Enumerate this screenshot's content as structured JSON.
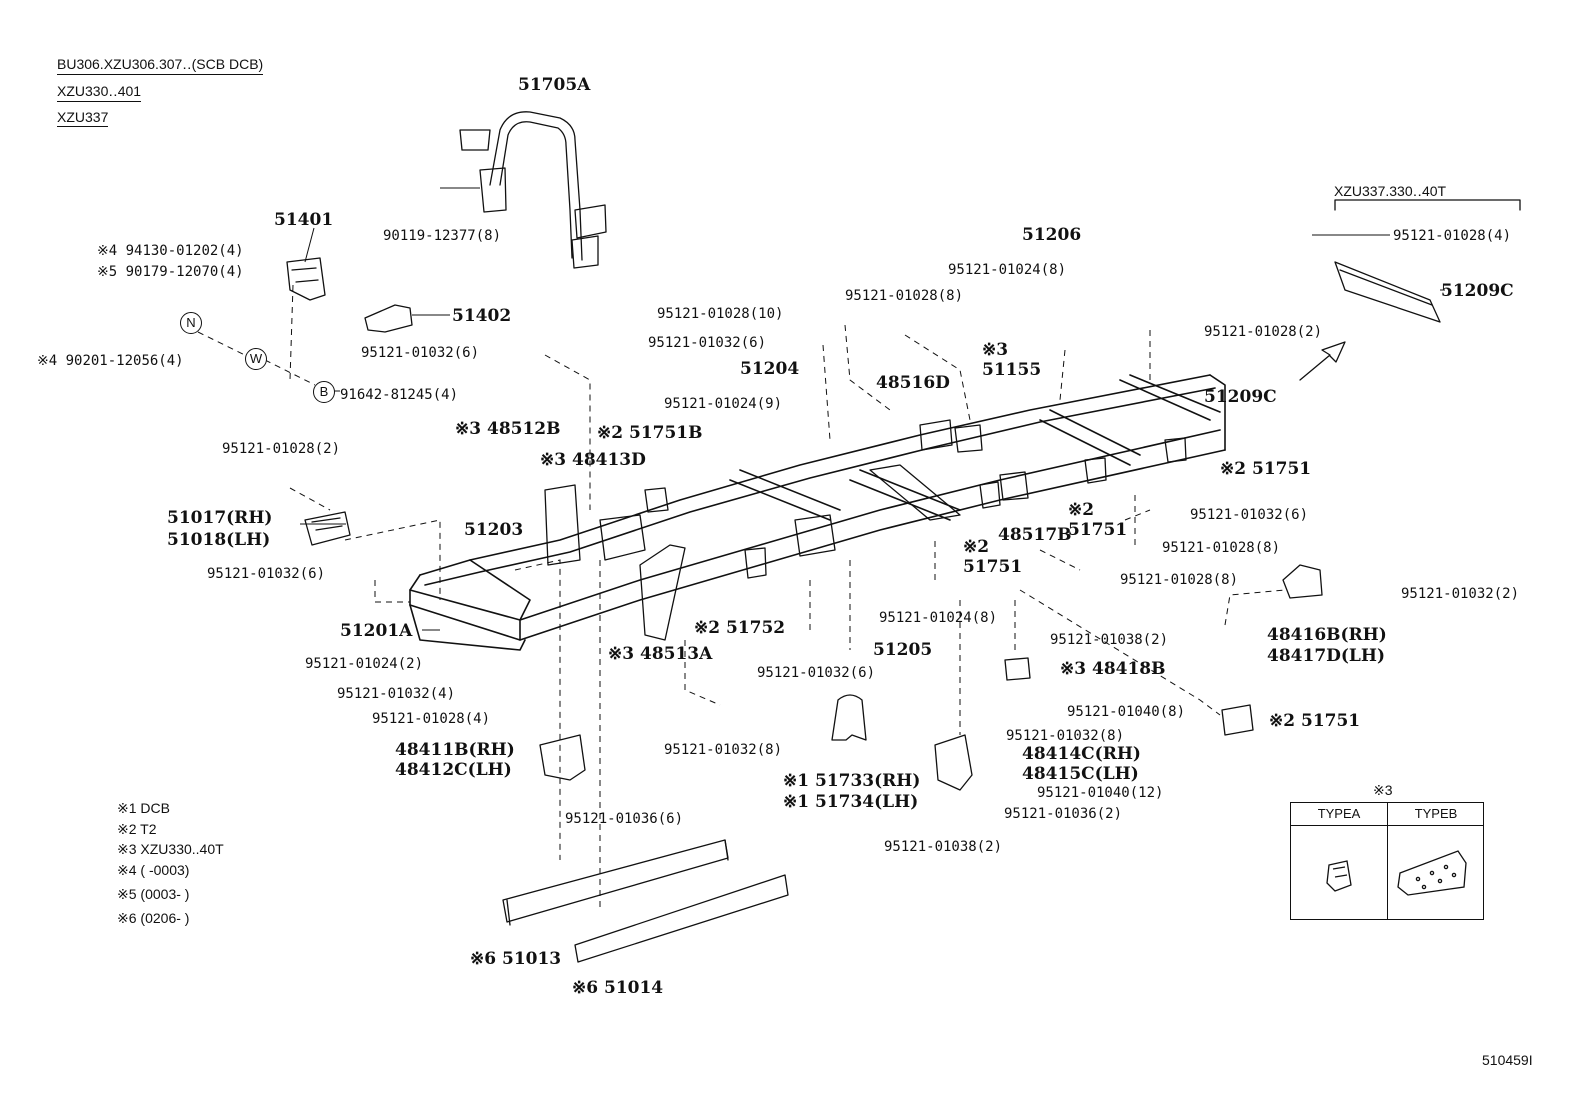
{
  "applicability": {
    "line1": "BU306.XZU306.307‥(SCB DCB)",
    "line2": "XZU330‥401",
    "line3": "XZU337"
  },
  "inset_applicability": "XZU337.330‥40T",
  "drawing_number": "510459I",
  "legend": [
    {
      "mark": "※1",
      "text": "DCB"
    },
    {
      "mark": "※2",
      "text": "T2"
    },
    {
      "mark": "※3",
      "text": "XZU330..40T"
    },
    {
      "mark": "※4",
      "text": "(      -0003)"
    },
    {
      "mark": "※5",
      "text": "(0003-       )"
    },
    {
      "mark": "※6",
      "text": "(0206-       )"
    }
  ],
  "type_table": {
    "note": "※3",
    "type_a": "TYPEA",
    "type_b": "TYPEB"
  },
  "circle_marks": {
    "n": "N",
    "w": "W",
    "b": "B"
  },
  "parts": {
    "p51705A": "51705A",
    "p90119": "90119-12377(8)",
    "p51401": "51401",
    "p94130": "※4 94130-01202(4)",
    "p90179": "※5 90179-12070(4)",
    "p90201": "※4 90201-12056(4)",
    "p91642": "91642-81245(4)",
    "p51402": "51402",
    "p95121_032_6_a": "95121-01032(6)",
    "p95121_028_2_a": "95121-01028(2)",
    "p51017": "51017(RH)",
    "p51018": "51018(LH)",
    "p95121_032_6_b": "95121-01032(6)",
    "p51201A": "51201A",
    "p95121_024_2": "95121-01024(2)",
    "p95121_032_4": "95121-01032(4)",
    "p95121_028_4": "95121-01028(4)",
    "p48411B": "48411B(RH)",
    "p48412C": "48412C(LH)",
    "p95121_036_6": "95121-01036(6)",
    "p51013": "※6 51013",
    "p51014": "※6 51014",
    "p48512B": "※3 48512B",
    "p48413D": "※3 48413D",
    "p51203": "51203",
    "p51751B": "※2 51751B",
    "p48513A": "※3 48513A",
    "p51752": "※2 51752",
    "p95121_032_8": "95121-01032(8)",
    "p95121_028_10": "95121-01028(10)",
    "p95121_032_6_c": "95121-01032(6)",
    "p51204": "51204",
    "p95121_024_9": "95121-01024(9)",
    "p95121_032_6_d": "95121-01032(6)",
    "p51733": "※1 51733(RH)",
    "p51734": "※1 51734(LH)",
    "p95121_028_8_a": "95121-01028(8)",
    "p48516D": "48516D",
    "p51155": "※3 51155",
    "p51206": "51206",
    "p95121_024_8_a": "95121-01024(8)",
    "p95121_028_2_b": "95121-01028(2)",
    "p51209C_a": "51209C",
    "p48517B": "48517B",
    "p51751_a": "※2 51751",
    "p51751_b": "※2 51751",
    "p51751_c": "※2 51751",
    "p51205": "51205",
    "p95121_024_8_b": "95121-01024(8)",
    "p48418B": "※3 48418B",
    "p95121_040_8": "95121-01040(8)",
    "p95121_032_8_b": "95121-01032(8)",
    "p48414C": "48414C(RH)",
    "p48415C": "48415C(LH)",
    "p95121_040_12": "95121-01040(12)",
    "p95121_036_2": "95121-01036(2)",
    "p95121_038_2_a": "95121-01038(2)",
    "p95121_038_2_b": "95121-01038(2)",
    "p48416B": "48416B(RH)",
    "p48417D": "48417D(LH)",
    "p95121_032_2": "95121-01032(2)",
    "p95121_028_8_b": "95121-01028(8)",
    "p95121_028_8_c": "95121-01028(8)",
    "p95121_032_6_e": "95121-01032(6)",
    "p51751_d": "※2 51751",
    "p95121_028_4_inset": "95121-01028(4)",
    "p51209C_b": "51209C"
  }
}
